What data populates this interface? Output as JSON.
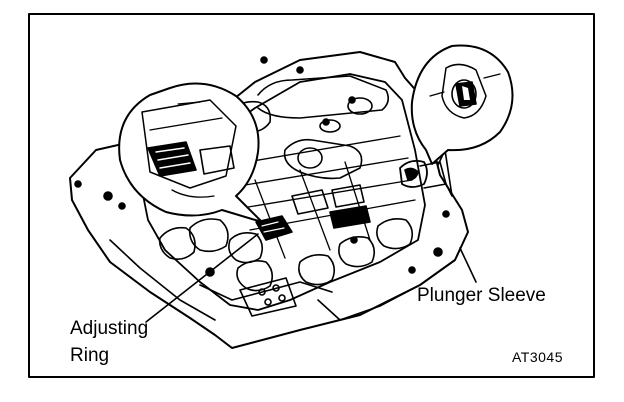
{
  "labels": {
    "plunger_sleeve": "Plunger Sleeve",
    "adjusting_ring_line1": "Adjusting",
    "adjusting_ring_line2": "Ring",
    "figure_code": "AT3045"
  },
  "colors": {
    "ink": "#000000",
    "paper": "#ffffff"
  }
}
